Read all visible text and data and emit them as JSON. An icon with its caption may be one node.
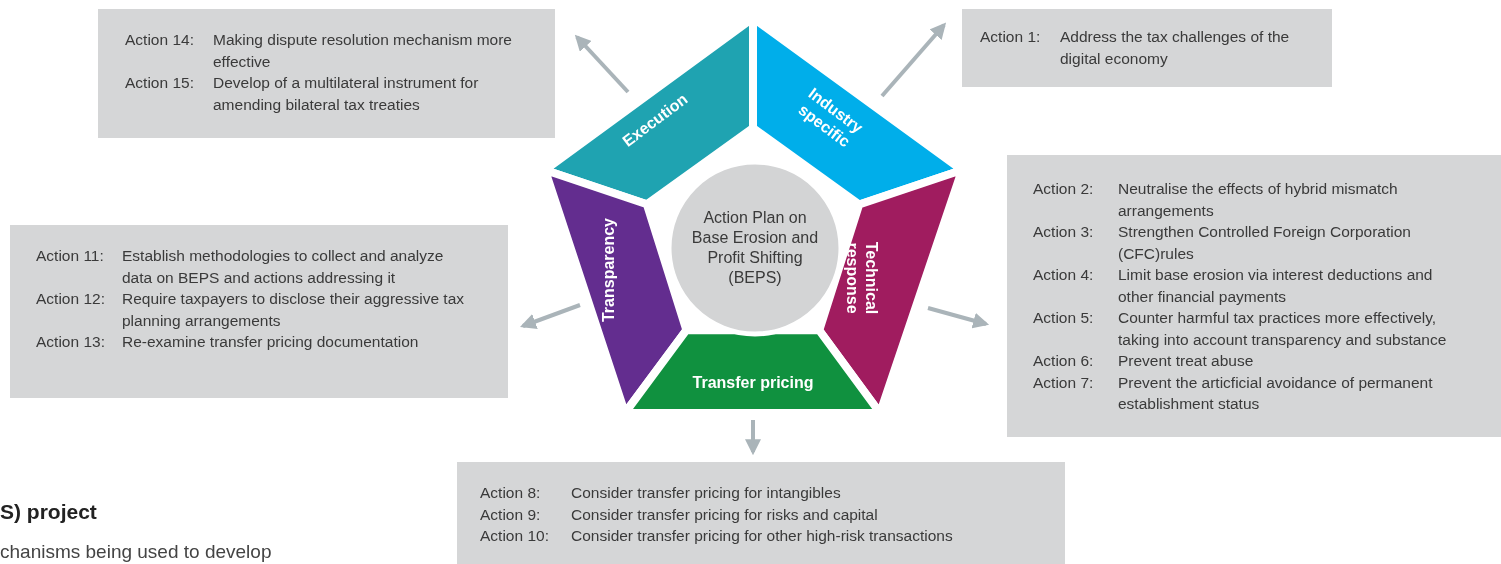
{
  "diagram": {
    "nodes": [
      {
        "text": [
          "Action 14:",
          "Making dispute resolution mechanism more effective",
          "Action 15:",
          "Develop of a multilateral instrument for amending bilateral tax treaties"
        ]
      },
      {
        "text": [
          "Action 1:",
          "Address the tax challenges of the digital economy"
        ]
      },
      {
        "text": [
          "Execution"
        ]
      },
      {
        "text": [
          "Industry specific"
        ]
      },
      {
        "text": [
          "Action Plan on Base Erosion and Profit Shifting (BEPS)"
        ]
      },
      {
        "text": [
          "Action 2:",
          "Neutralise the effects of hybrid mismatch arrangements",
          "Action 3:",
          "Strengthen Controlled Foreign Corporation (CFC)rules",
          "Action 4:",
          "Limit base erosion via interest deductions and other financial payments",
          "Action 5:",
          "Counter harmful tax practices more effectively, taking into account transparency and substance",
          "Action 6:",
          "Prevent treat abuse",
          "Action 7:",
          "Prevent the articficial avoidance of permanent establishment status"
        ]
      },
      {
        "text": [
          "Transparency"
        ]
      },
      {
        "text": [
          "Technical response"
        ]
      },
      {
        "text": [
          "Action 11:",
          "Establish methodologies to collect and analyze data on BEPS and actions addressing it",
          "Action 12:",
          "Require taxpayers to disclose their aggressive tax planning arrangements",
          "Action 13:",
          "Re-examine transfer pricing documentation"
        ]
      },
      {
        "text": [
          "Transfer pricing"
        ]
      },
      {
        "text": [
          "Action 8:",
          "Consider transfer pricing for intangibles",
          "Action 9:",
          "Consider transfer pricing for risks and capital",
          "Action 10:",
          "Consider transfer pricing for other high-risk transactions"
        ]
      }
    ],
    "edges": [
      {
        "from": 2,
        "to": 0,
        "arrow": "to"
      },
      {
        "from": 3,
        "to": 1,
        "arrow": "to"
      },
      {
        "from": 7,
        "to": 5,
        "arrow": "to"
      },
      {
        "from": 9,
        "to": 10,
        "arrow": "to"
      },
      {
        "from": 6,
        "to": 8,
        "arrow": "to"
      }
    ],
    "labels": [
      "S) project",
      "chanisms being used to develop"
    ]
  }
}
